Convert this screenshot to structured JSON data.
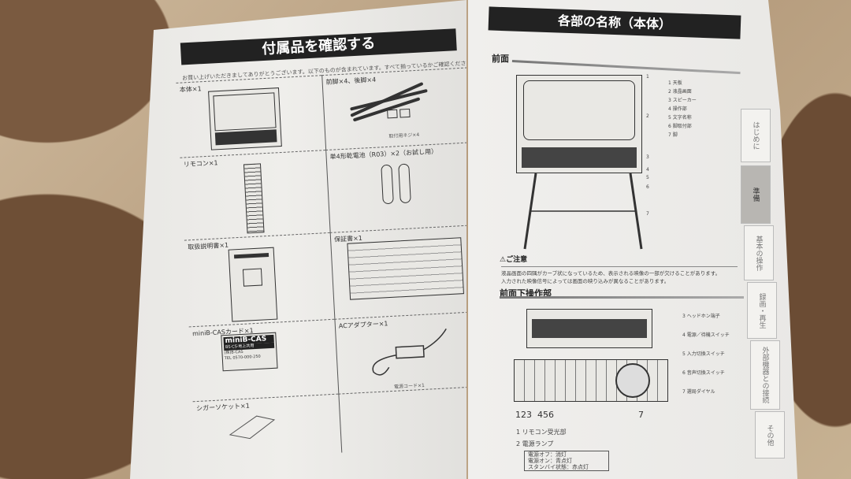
{
  "left_page": {
    "title": "付属品を確認する",
    "intro": "お買い上げいただきましてありがとうございます。以下のものが含まれています。すべて揃っているかご確認ください。",
    "items": [
      {
        "label": "本体×1"
      },
      {
        "label": "前脚×4、後脚×4",
        "caption": "取付用ネジ×4"
      },
      {
        "label": "リモコン×1"
      },
      {
        "label": "単4形乾電池（R03）×2（お試し用）"
      },
      {
        "label": "取扱説明書×1"
      },
      {
        "label": "保証書×1"
      },
      {
        "label": "miniB-CASカード×1"
      },
      {
        "label": "ACアダプター×1",
        "caption": "電源コード×1"
      },
      {
        "label": "シガーソケット×1"
      }
    ],
    "bcas_card": {
      "brand": "miniB-CAS",
      "line1": "BS·CS·地上共用",
      "line2": "(株)B-CAS",
      "line3": "TEL 0570-000-250"
    }
  },
  "right_page": {
    "title": "各部の名称（本体）",
    "front_section": "前面",
    "front_callouts": [
      "1",
      "2",
      "3",
      "4",
      "5",
      "6",
      "7"
    ],
    "front_list": [
      "1 天板",
      "2 液晶画面",
      "3 スピーカー",
      "4 操作部",
      "5 文字名称",
      "6 脚取付部",
      "7 脚"
    ],
    "caution_title": "ご注意",
    "caution_items": [
      "液晶画面の四隅がカーブ状になっているため、表示される映像の一部が欠けることがあります。",
      "入力された映像信号によっては画面の映り込みが異なることがあります。"
    ],
    "panel_section": "前面下操作部",
    "panel_numbers": "123  456",
    "panel_number_7": "7",
    "panel_list": [
      "1 リモコン受光部",
      "2 電源ランプ"
    ],
    "lamp_table": [
      "電源オフ：消灯",
      "電源オン：青点灯",
      "スタンバイ状態：赤点灯"
    ],
    "side_list": [
      "3 ヘッドホン端子",
      "4 電源／待機スイッチ",
      "5 入力切換スイッチ",
      "6 音声切換スイッチ",
      "7 選局ダイヤル"
    ],
    "tabs": [
      {
        "label": "はじめに",
        "active": false
      },
      {
        "label": "準備",
        "active": true
      },
      {
        "label": "基本の操作",
        "active": false
      },
      {
        "label": "録画・再生",
        "active": false
      },
      {
        "label": "外部機器との接続",
        "active": false
      },
      {
        "label": "その他",
        "active": false
      }
    ]
  }
}
